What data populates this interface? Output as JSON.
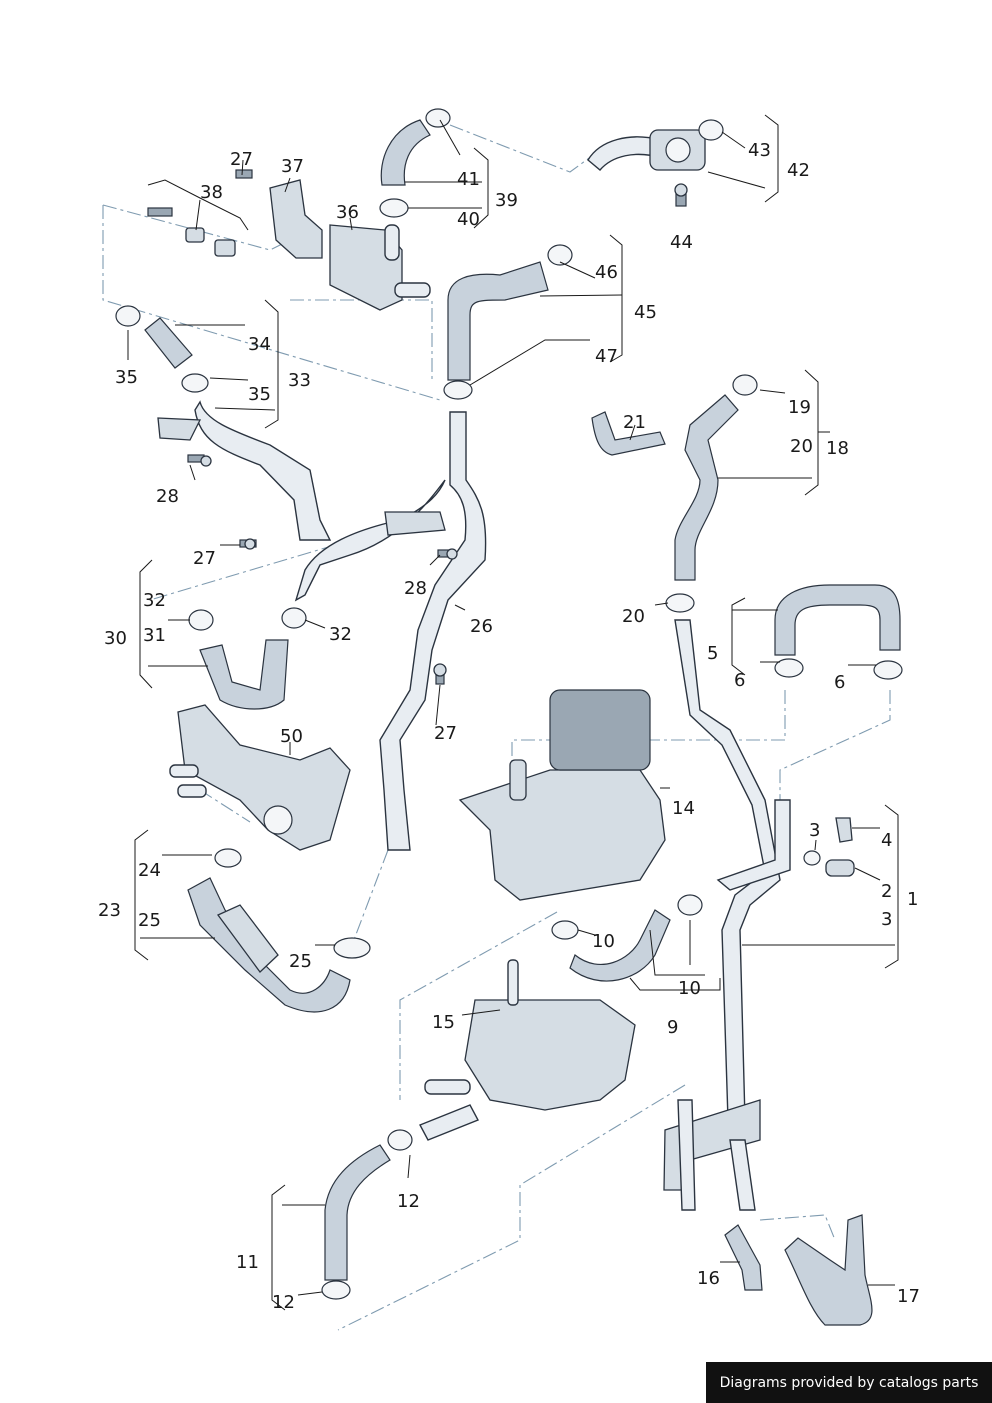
{
  "footer": {
    "credit": "Diagrams provided by catalogs parts"
  },
  "labels": {
    "l43": "43",
    "l42": "42",
    "l41": "41",
    "l40": "40",
    "l39": "39",
    "l44": "44",
    "l27a": "27",
    "l37": "37",
    "l38": "38",
    "l36": "36",
    "l46": "46",
    "l45": "45",
    "l47": "47",
    "l34": "34",
    "l35a": "35",
    "l35b": "35",
    "l33": "33",
    "l28a": "28",
    "l27b": "27",
    "l28b": "28",
    "l32a": "32",
    "l31": "31",
    "l30": "30",
    "l32b": "32",
    "l26": "26",
    "l19": "19",
    "l21": "21",
    "l20a": "20",
    "l18": "18",
    "l20b": "20",
    "l5": "5",
    "l6a": "6",
    "l6b": "6",
    "l27c": "27",
    "l50": "50",
    "l14": "14",
    "l3a": "3",
    "l4": "4",
    "l2": "2",
    "l3b": "3",
    "l1": "1",
    "l24": "24",
    "l23": "23",
    "l25a": "25",
    "l25b": "25",
    "l10a": "10",
    "l10b": "10",
    "l9": "9",
    "l15": "15",
    "l12a": "12",
    "l11": "11",
    "l12b": "12",
    "l16": "16",
    "l17": "17"
  }
}
